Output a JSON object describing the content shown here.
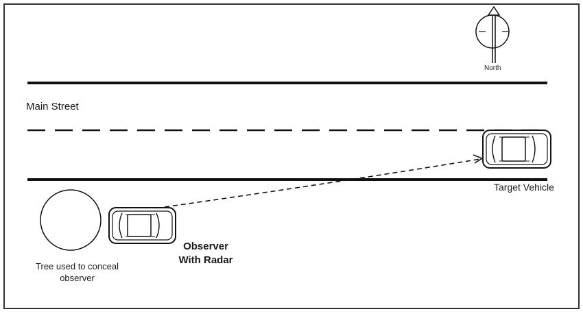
{
  "labels": {
    "street": "Main Street",
    "north": "North",
    "target": "Target Vehicle",
    "observer_line1": "Observer",
    "observer_line2": "With Radar",
    "tree_line1": "Tree used to  conceal",
    "tree_line2": "observer"
  },
  "colors": {
    "ink": "#1a1a1a",
    "background": "#ffffff"
  },
  "icons": [
    "north-compass-icon",
    "tree-icon",
    "car-icon"
  ]
}
